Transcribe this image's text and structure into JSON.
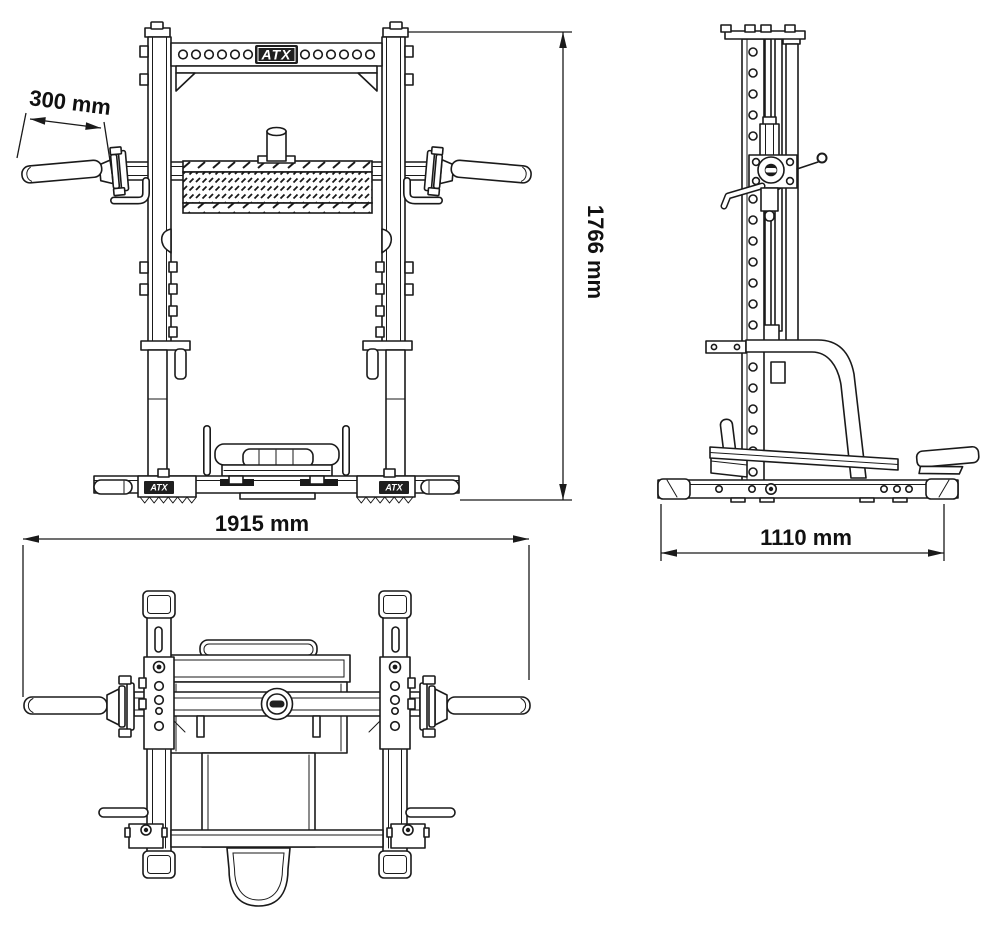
{
  "drawing": {
    "brand": "ATX",
    "dimension_labels": {
      "handle_length": "300 mm",
      "total_height": "1766 mm",
      "total_width": "1915 mm",
      "total_depth": "1110 mm"
    },
    "colors": {
      "line": "#1a1a1a",
      "background": "#ffffff",
      "badge_background": "#1f1f1f",
      "badge_text": "#ffffff"
    }
  }
}
